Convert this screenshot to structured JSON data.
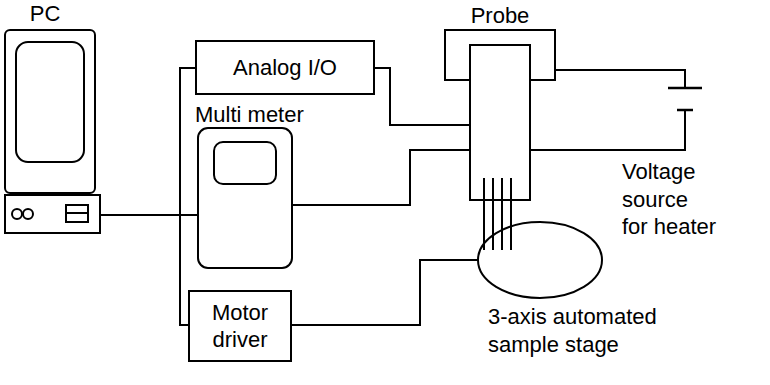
{
  "diagram": {
    "nodes": [
      {
        "text": [
          "PC"
        ]
      },
      {
        "text": [
          "Analog I/O"
        ]
      },
      {
        "text": [
          "Multi meter"
        ]
      },
      {
        "text": [
          "Motor driver"
        ]
      },
      {
        "text": [
          "Probe"
        ]
      },
      {
        "text": [
          "Voltage source for heater"
        ]
      },
      {
        "text": [
          "3-axis automated sample stage"
        ]
      }
    ],
    "edges": [
      {
        "from": 0,
        "to": 1,
        "arrow": "none"
      },
      {
        "from": 0,
        "to": 2,
        "arrow": "none"
      },
      {
        "from": 0,
        "to": 3,
        "arrow": "none"
      },
      {
        "from": 1,
        "to": 4,
        "arrow": "none"
      },
      {
        "from": 2,
        "to": 4,
        "arrow": "none"
      },
      {
        "from": 3,
        "to": 6,
        "arrow": "none"
      },
      {
        "from": 4,
        "to": 5,
        "arrow": "none"
      },
      {
        "from": 4,
        "to": 5,
        "arrow": "none"
      }
    ]
  }
}
